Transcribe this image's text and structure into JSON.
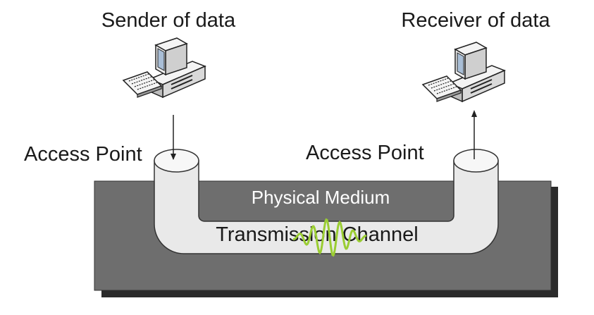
{
  "labels": {
    "sender": "Sender of data",
    "receiver": "Receiver of data",
    "access_point_left": "Access Point",
    "access_point_right": "Access Point",
    "physical_medium": "Physical Medium",
    "transmission_channel": "Transmission Channel"
  },
  "icons": {
    "sender_computer": "desktop-computer-icon",
    "receiver_computer": "desktop-computer-icon",
    "signal": "sine-wave-signal-icon"
  },
  "colors": {
    "medium_block": "#6e6e6e",
    "medium_shadow": "#2b2b2b",
    "channel_pipe": "#e9e9e9",
    "pipe_outline": "#333333",
    "signal_wave": "#9acd32",
    "medium_label": "#ffffff",
    "text": "#1a1a1a"
  }
}
